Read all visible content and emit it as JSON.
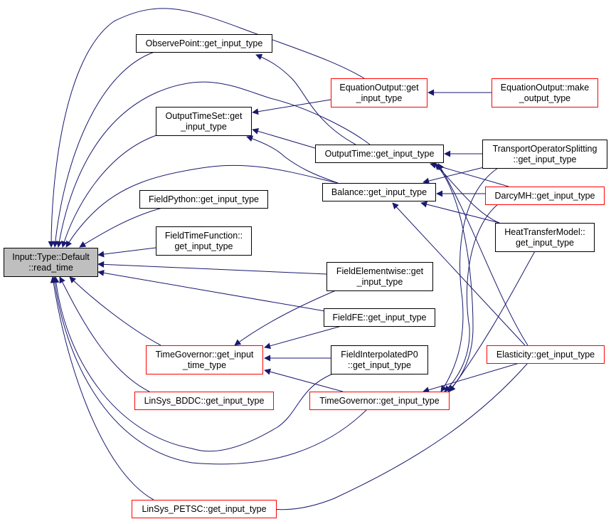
{
  "colors": {
    "edge": "#191970",
    "root_fill": "#bfbfbf",
    "truncated_border": "#ff0000",
    "node_border": "#000000"
  },
  "nodes": {
    "root": {
      "lines": [
        "Input::Type::Default",
        "::read_time"
      ]
    },
    "observe_point": {
      "lines": [
        "ObservePoint::get_input_type"
      ]
    },
    "output_time_set": {
      "lines": [
        "OutputTimeSet::get",
        "_input_type"
      ]
    },
    "field_python": {
      "lines": [
        "FieldPython::get_input_type"
      ]
    },
    "field_time_function": {
      "lines": [
        "FieldTimeFunction::",
        "get_input_type"
      ]
    },
    "field_elementwise": {
      "lines": [
        "FieldElementwise::get",
        "_input_type"
      ]
    },
    "field_fe": {
      "lines": [
        "FieldFE::get_input_type"
      ]
    },
    "time_governor_time": {
      "lines": [
        "TimeGovernor::get_input",
        "_time_type"
      ]
    },
    "field_interpolated_p0": {
      "lines": [
        "FieldInterpolatedP0",
        "::get_input_type"
      ]
    },
    "linsys_bddc": {
      "lines": [
        "LinSys_BDDC::get_input_type"
      ]
    },
    "time_governor": {
      "lines": [
        "TimeGovernor::get_input_type"
      ]
    },
    "linsys_petsc": {
      "lines": [
        "LinSys_PETSC::get_input_type"
      ]
    },
    "equation_output_get": {
      "lines": [
        "EquationOutput::get",
        "_input_type"
      ]
    },
    "equation_output_make": {
      "lines": [
        "EquationOutput::make",
        "_output_type"
      ]
    },
    "output_time": {
      "lines": [
        "OutputTime::get_input_type"
      ]
    },
    "balance": {
      "lines": [
        "Balance::get_input_type"
      ]
    },
    "transport_operator_splitting": {
      "lines": [
        "TransportOperatorSplitting",
        "::get_input_type"
      ]
    },
    "darcy_mh": {
      "lines": [
        "DarcyMH::get_input_type"
      ]
    },
    "heat_transfer_model": {
      "lines": [
        "HeatTransferModel::",
        "get_input_type"
      ]
    },
    "elasticity": {
      "lines": [
        "Elasticity::get_input_type"
      ]
    }
  }
}
